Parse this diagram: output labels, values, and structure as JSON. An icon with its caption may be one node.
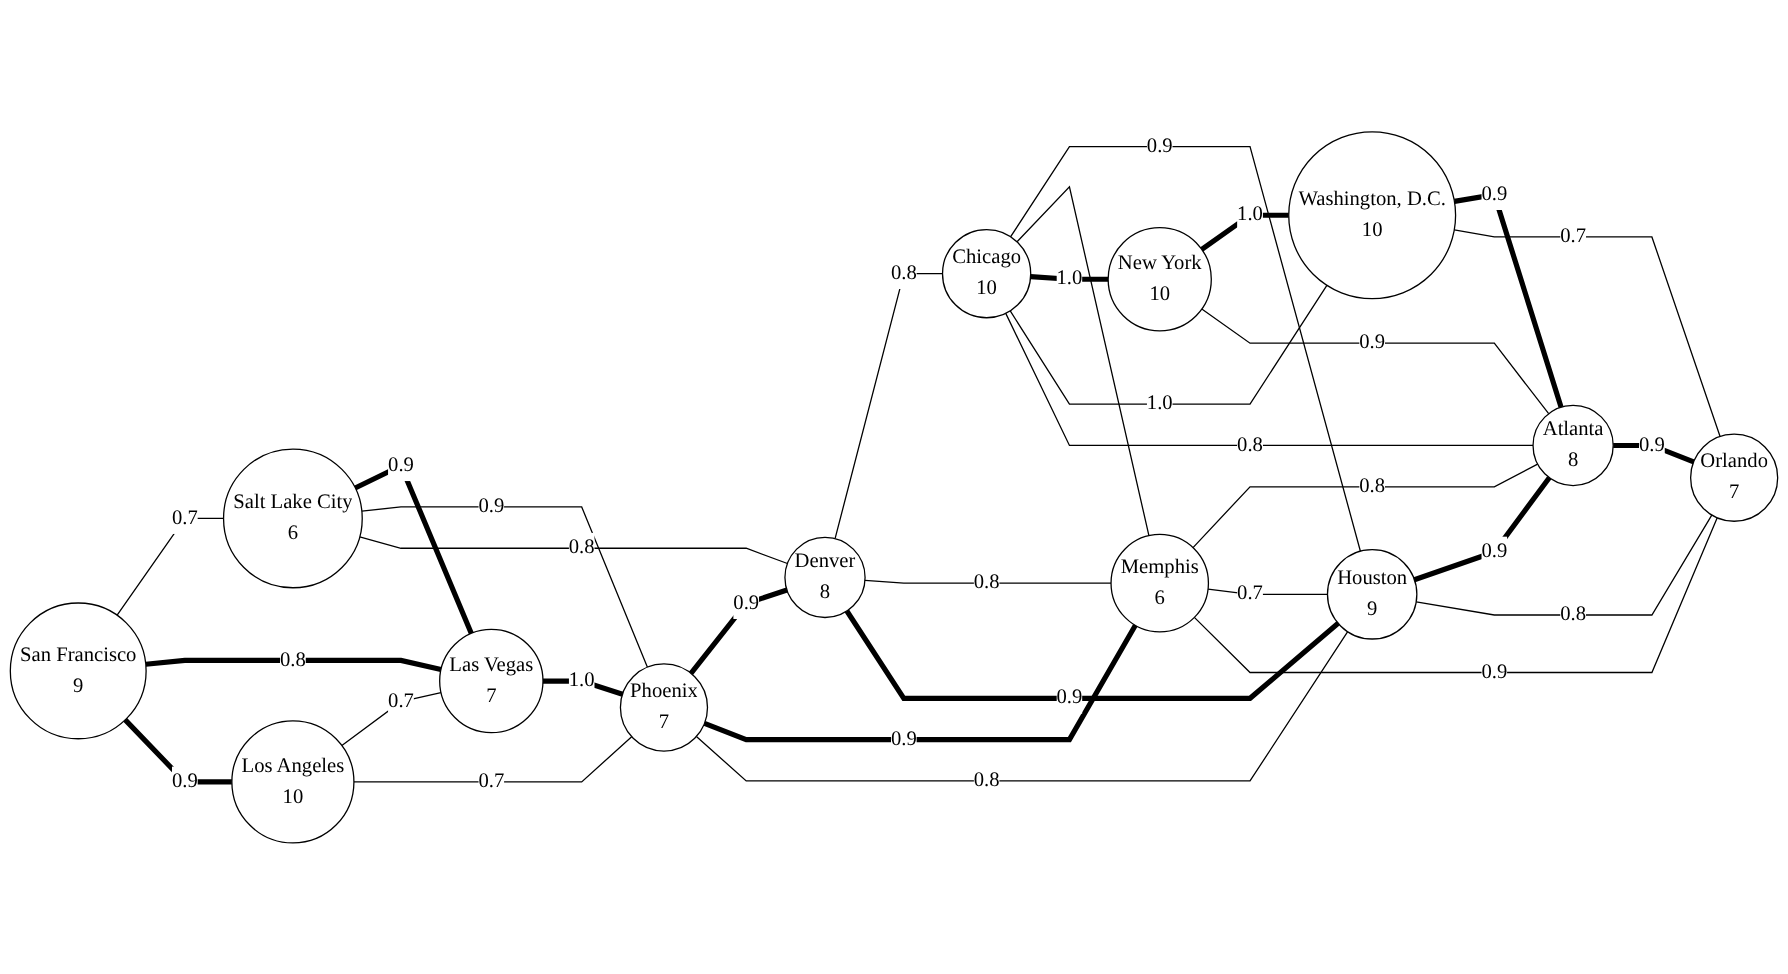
{
  "diagram": {
    "nodes": [
      {
        "text": [
          "San Francisco",
          "9"
        ]
      },
      {
        "text": [
          "Salt Lake City",
          "6"
        ]
      },
      {
        "text": [
          "Denver",
          "8"
        ]
      },
      {
        "text": [
          "Chicago",
          "10"
        ]
      },
      {
        "text": [
          "New York",
          "10"
        ]
      },
      {
        "text": [
          "Las Vegas",
          "7"
        ]
      },
      {
        "text": [
          "Washington, D.C.",
          "10"
        ]
      },
      {
        "text": [
          "Los Angeles",
          "10"
        ]
      },
      {
        "text": [
          "Phoenix",
          "7"
        ]
      },
      {
        "text": [
          "Memphis",
          "6"
        ]
      },
      {
        "text": [
          "Atlanta",
          "8"
        ]
      },
      {
        "text": [
          "Houston",
          "9"
        ]
      },
      {
        "text": [
          "Orlando",
          "7"
        ]
      }
    ],
    "edges": [
      {
        "from": 0,
        "to": 1,
        "arrow": "none",
        "label": "0.7"
      },
      {
        "from": 0,
        "to": 5,
        "arrow": "none",
        "label": "0.8",
        "style": "thick"
      },
      {
        "from": 0,
        "to": 7,
        "arrow": "none",
        "label": "0.9",
        "style": "thick"
      },
      {
        "from": 7,
        "to": 5,
        "arrow": "none",
        "label": "0.7"
      },
      {
        "from": 7,
        "to": 8,
        "arrow": "none",
        "label": "0.7"
      },
      {
        "from": 1,
        "to": 5,
        "arrow": "none",
        "label": "0.9",
        "style": "thick"
      },
      {
        "from": 1,
        "to": 8,
        "arrow": "none",
        "label": "0.9"
      },
      {
        "from": 1,
        "to": 2,
        "arrow": "none",
        "label": "0.8"
      },
      {
        "from": 5,
        "to": 8,
        "arrow": "none",
        "label": "1.0",
        "style": "thick"
      },
      {
        "from": 8,
        "to": 2,
        "arrow": "none",
        "label": "0.9",
        "style": "thick"
      },
      {
        "from": 8,
        "to": 9,
        "arrow": "none",
        "label": "0.9",
        "style": "thick"
      },
      {
        "from": 8,
        "to": 11,
        "arrow": "none",
        "label": "0.8"
      },
      {
        "from": 2,
        "to": 3,
        "arrow": "none",
        "label": "0.8"
      },
      {
        "from": 2,
        "to": 9,
        "arrow": "none",
        "label": "0.8"
      },
      {
        "from": 2,
        "to": 11,
        "arrow": "none",
        "label": "0.9",
        "style": "thick"
      },
      {
        "from": 3,
        "to": 11,
        "arrow": "none",
        "label": "0.9"
      },
      {
        "from": 3,
        "to": 9,
        "arrow": "none"
      },
      {
        "from": 3,
        "to": 4,
        "arrow": "none",
        "label": "1.0",
        "style": "thick"
      },
      {
        "from": 3,
        "to": 6,
        "arrow": "none",
        "label": "1.0"
      },
      {
        "from": 3,
        "to": 10,
        "arrow": "none",
        "label": "0.8"
      },
      {
        "from": 4,
        "to": 6,
        "arrow": "none",
        "label": "1.0",
        "style": "thick"
      },
      {
        "from": 4,
        "to": 10,
        "arrow": "none",
        "label": "0.9"
      },
      {
        "from": 6,
        "to": 10,
        "arrow": "none",
        "label": "0.9",
        "style": "thick"
      },
      {
        "from": 6,
        "to": 12,
        "arrow": "none",
        "label": "0.7"
      },
      {
        "from": 9,
        "to": 10,
        "arrow": "none",
        "label": "0.8"
      },
      {
        "from": 9,
        "to": 11,
        "arrow": "none",
        "label": "0.7"
      },
      {
        "from": 9,
        "to": 12,
        "arrow": "none",
        "label": "0.9"
      },
      {
        "from": 11,
        "to": 10,
        "arrow": "none",
        "label": "0.9",
        "style": "thick"
      },
      {
        "from": 11,
        "to": 12,
        "arrow": "none",
        "label": "0.8"
      },
      {
        "from": 10,
        "to": 12,
        "arrow": "none",
        "label": "0.9",
        "style": "thick"
      }
    ]
  }
}
